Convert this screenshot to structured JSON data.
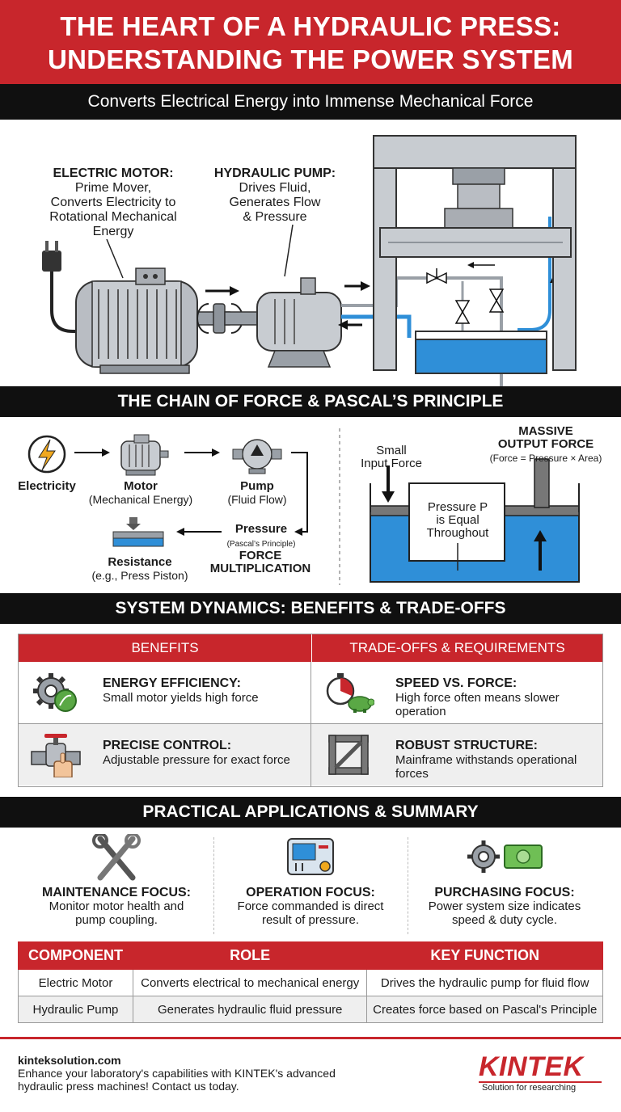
{
  "header": {
    "title_line1": "THE HEART OF A HYDRAULIC PRESS:",
    "title_line2": "UNDERSTANDING THE POWER SYSTEM",
    "subtitle": "Converts Electrical Energy into Immense Mechanical Force"
  },
  "overview": {
    "motor_callout": {
      "title": "ELECTRIC MOTOR:",
      "lines": [
        "Prime Mover,",
        "Converts Electricity to",
        "Rotational Mechanical",
        "Energy"
      ]
    },
    "pump_callout": {
      "title": "HYDRAULIC PUMP:",
      "lines": [
        "Drives Fluid,",
        "Generates Flow",
        "& Pressure"
      ]
    }
  },
  "chain": {
    "heading": "THE CHAIN OF FORCE & PASCAL’S PRINCIPLE",
    "electricity": "Electricity",
    "motor": {
      "title": "Motor",
      "sub": "(Mechanical Energy)"
    },
    "pump": {
      "title": "Pump",
      "sub": "(Fluid Flow)"
    },
    "pressure": {
      "title": "Pressure",
      "sub": "(Pascal’s Principle)"
    },
    "force_mult": [
      "FORCE",
      "MULTIPLICATION"
    ],
    "resistance": {
      "title": "Resistance",
      "sub": "(e.g., Press Piston)"
    },
    "pascal": {
      "small_input": [
        "Small",
        "Input Force"
      ],
      "massive_output": [
        "MASSIVE",
        "OUTPUT FORCE"
      ],
      "formula": "(Force = Pressure × Area)",
      "pressure_text": [
        "Pressure P",
        "is Equal",
        "Throughout"
      ]
    }
  },
  "dynamics": {
    "heading": "SYSTEM DYNAMICS: BENEFITS & TRADE-OFFS",
    "col_benefits": "BENEFITS",
    "col_tradeoffs": "TRADE-OFFS & REQUIREMENTS",
    "items": [
      {
        "title": "ENERGY EFFICIENCY:",
        "text": "Small motor yields high force",
        "icon": "gear-leaf-icon"
      },
      {
        "title": "SPEED VS. FORCE:",
        "text": "High force often means slower operation",
        "icon": "stopwatch-turtle-icon"
      },
      {
        "title": "PRECISE CONTROL:",
        "text": "Adjustable pressure for exact force",
        "icon": "valve-hand-icon"
      },
      {
        "title": "ROBUST STRUCTURE:",
        "text": "Mainframe withstands operational forces",
        "icon": "frame-icon"
      }
    ]
  },
  "applications": {
    "heading": "PRACTICAL APPLICATIONS & SUMMARY",
    "items": [
      {
        "title": "MAINTENANCE FOCUS:",
        "line1": "Monitor motor health and",
        "line2": "pump coupling."
      },
      {
        "title": "OPERATION FOCUS:",
        "line1": "Force commanded is direct",
        "line2": "result of pressure."
      },
      {
        "title": "PURCHASING FOCUS:",
        "line1": "Power system size indicates",
        "line2": "speed & duty cycle."
      }
    ]
  },
  "summary_table": {
    "headers": [
      "COMPONENT",
      "ROLE",
      "KEY FUNCTION"
    ],
    "rows": [
      [
        "Electric Motor",
        "Converts electrical to mechanical energy",
        "Drives the hydraulic pump for fluid flow"
      ],
      [
        "Hydraulic Pump",
        "Generates hydraulic fluid pressure",
        "Creates force based on Pascal's Principle"
      ]
    ]
  },
  "footer": {
    "url": "kinteksolution.com",
    "line1": "Enhance your laboratory's capabilities with KINTEK's advanced",
    "line2": "hydraulic press machines! Contact us today.",
    "brand": "KINTEK",
    "tagline": "Solution for researching"
  },
  "colors": {
    "accent": "#c8262c",
    "dark": "#101010",
    "fluid": "#2f8fd8",
    "steel": "#b8bcc2"
  }
}
